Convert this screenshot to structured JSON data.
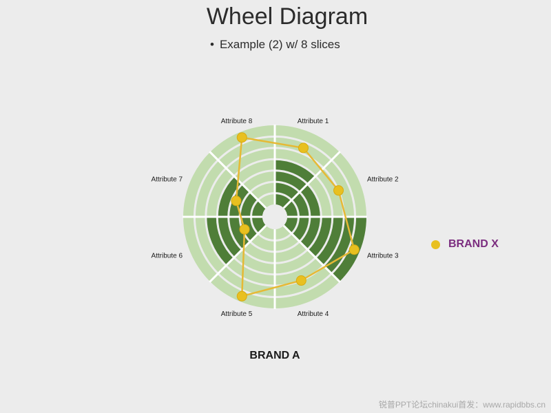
{
  "title": "Wheel Diagram",
  "subtitle": "Example (2) w/ 8 slices",
  "bullet": "•",
  "attributes": [
    "Attribute 1",
    "Attribute 2",
    "Attribute 3",
    "Attribute 4",
    "Attribute 5",
    "Attribute 6",
    "Attribute 7",
    "Attribute 8"
  ],
  "rings": 7,
  "dark_rings": [
    4,
    3,
    7,
    0,
    0,
    5,
    4,
    0
  ],
  "brand_x_rings": [
    5.5,
    5,
    6.5,
    5,
    6.5,
    1.8,
    2.6,
    6.5
  ],
  "legend": {
    "label": "BRAND X"
  },
  "brand_label": "BRAND A",
  "watermark": "锐普PPT论坛chinakui首发：www.rapidbbs.cn",
  "colors": {
    "dark_green": "#4f7e38",
    "light_green": "#c2dcae",
    "ring_line": "#ffffff",
    "marker": "#e8c020",
    "marker_line": "#e6b935",
    "legend_text": "#7b2d7f",
    "background": "#ececec"
  }
}
